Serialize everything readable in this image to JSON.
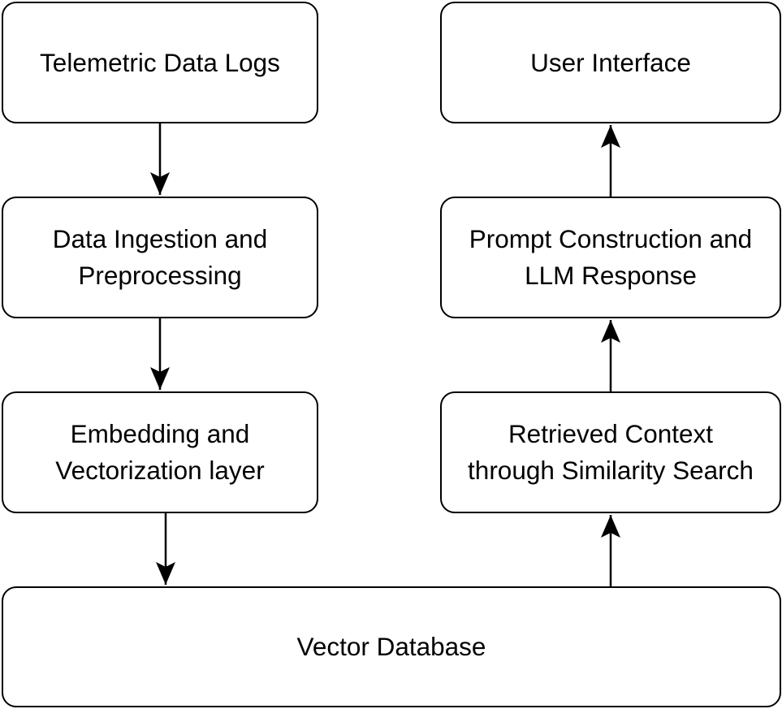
{
  "diagram": {
    "nodes": {
      "telemetric": "Telemetric Data Logs",
      "ingestion": "Data Ingestion and\nPreprocessing",
      "embedding": "Embedding and\nVectorization layer",
      "vectordb": "Vector Database",
      "retrieved": "Retrieved Context\nthrough Similarity Search",
      "prompt": "Prompt Construction and\nLLM Response",
      "ui": "User Interface"
    },
    "edges": [
      {
        "from": "telemetric",
        "to": "ingestion"
      },
      {
        "from": "ingestion",
        "to": "embedding"
      },
      {
        "from": "embedding",
        "to": "vectordb"
      },
      {
        "from": "vectordb",
        "to": "retrieved"
      },
      {
        "from": "retrieved",
        "to": "prompt"
      },
      {
        "from": "prompt",
        "to": "ui"
      }
    ]
  }
}
